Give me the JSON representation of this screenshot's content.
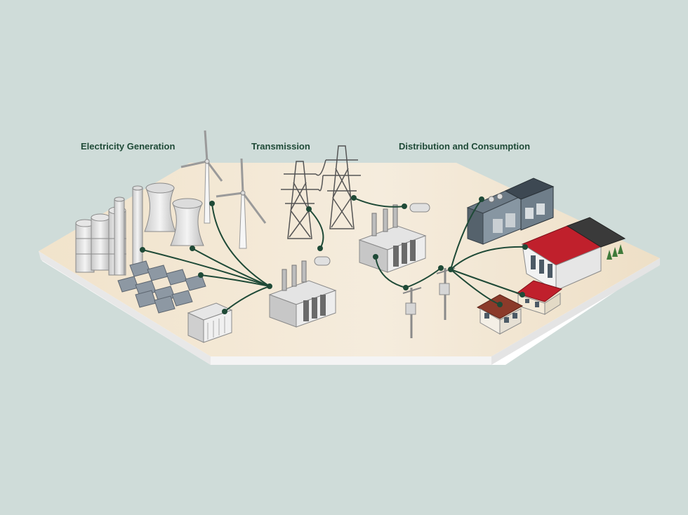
{
  "sections": {
    "generation": "Electricity Generation",
    "transmission": "Transmission",
    "distribution": "Distribution and Consumption"
  },
  "colors": {
    "background": "#cfdcd9",
    "platform_top": "#efe0c8",
    "platform_edge": "#ffffff",
    "wire": "#1f4a37",
    "label": "#1f4a37",
    "roof_red": "#c0202c",
    "building_blue": "#4c5a66"
  }
}
